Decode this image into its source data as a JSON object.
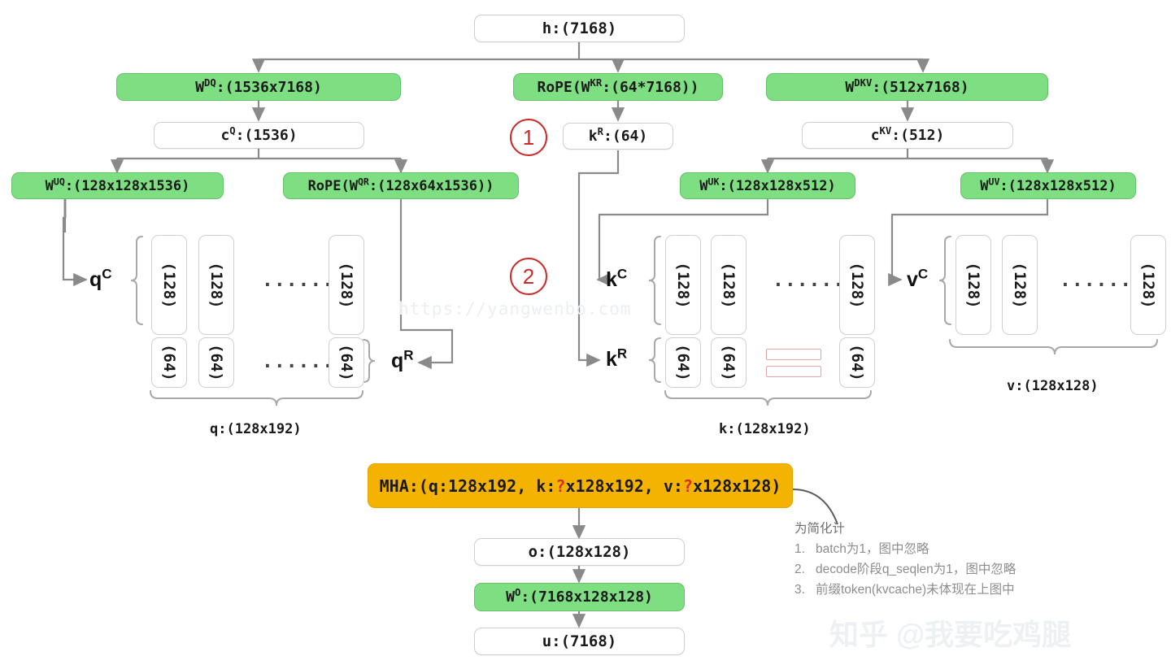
{
  "diagram": {
    "watermark": "https://yangwenbo.com",
    "brand": "知乎 @我要吃鸡腿"
  },
  "markers": {
    "one": "1",
    "two": "2"
  },
  "nodes": {
    "h": "h:(7168)",
    "w_dq": "W|DQ|:(1536x7168)",
    "rope_wkr": "RoPE(W|KR|:(64*7168))",
    "w_dkv": "W|DKV|:(512x7168)",
    "c_q": "c|Q|:(1536)",
    "k_r_small": "k|R|:(64)",
    "c_kv": "c|KV|:(512)",
    "w_uq": "W|UQ|:(128x128x1536)",
    "rope_wqr": "RoPE(W|QR|:(128x64x1536))",
    "w_uk": "W|UK|:(128x128x512)",
    "w_uv": "W|UV|:(128x128x512)",
    "mha": "MHA:(q:128x192, k:?x128x192, v:?x128x128)",
    "o": "o:(128x128)",
    "w_o": "W|O|:(7168x128x128)",
    "u": "u:(7168)"
  },
  "mha_parts": {
    "p1": "MHA:(q:128x192, k:",
    "q1": "?",
    "p2": "x128x192, v:",
    "q2": "?",
    "p3": "x128x128)"
  },
  "clusters": {
    "q": {
      "label_c": "q|C|",
      "label_r": "q|R|",
      "top_cells": [
        "(128)",
        "(128)",
        "(128)"
      ],
      "bottom_cells": [
        "(64)",
        "(64)",
        "(64)"
      ],
      "dots_top": "......",
      "dots_bottom": "......",
      "caption": "q:(128x192)"
    },
    "k": {
      "label_c": "k|C|",
      "label_r": "k|R|",
      "top_cells": [
        "(128)",
        "(128)",
        "(128)"
      ],
      "bottom_cells": [
        "(64)",
        "(64)",
        "(64)"
      ],
      "dots_top": "......",
      "caption": "k:(128x192)"
    },
    "v": {
      "label_c": "v|C|",
      "top_cells": [
        "(128)",
        "(128)",
        "(128)"
      ],
      "dots_top": "......",
      "caption": "v:(128x128)"
    }
  },
  "notes": {
    "heading": "为简化计",
    "items": [
      {
        "idx": "1.",
        "text": "batch为1，图中忽略"
      },
      {
        "idx": "2.",
        "text": "decode阶段q_seqlen为1，图中忽略"
      },
      {
        "idx": "3.",
        "text": "前缀token(kvcache)未体现在上图中"
      }
    ]
  },
  "colors": {
    "green": "#7ede82",
    "orange": "#f5b301",
    "white": "#ffffff",
    "border": "#cfcfcf",
    "wire": "#8a8a8a",
    "marker_red": "#cc2b2b",
    "redbar": "#e3a6a6"
  }
}
